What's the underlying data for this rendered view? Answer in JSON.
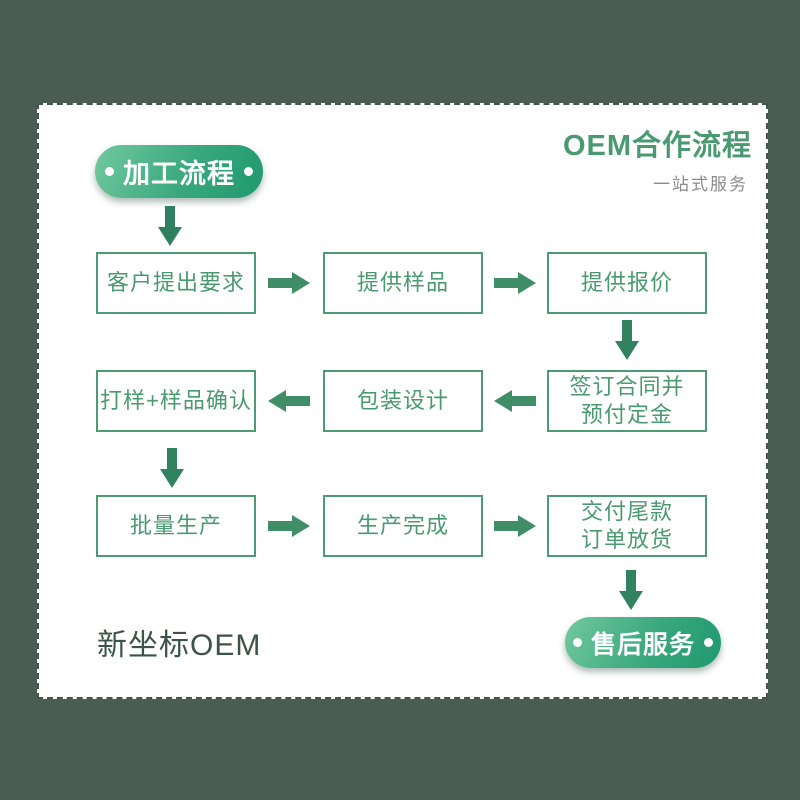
{
  "header": {
    "title": "OEM合作流程",
    "subtitle": "一站式服务"
  },
  "badges": {
    "top": "加工流程",
    "bottom": "售后服务"
  },
  "flow": {
    "row1": [
      "客户提出要求",
      "提供样品",
      "提供报价"
    ],
    "row2": [
      "打样+样品确认",
      "包装设计",
      "签订合同并\n预付定金"
    ],
    "row3": [
      "批量生产",
      "生产完成",
      "交付尾款\n订单放货"
    ]
  },
  "footer": {
    "brand": "新坐标OEM"
  },
  "icons": {
    "arrow_right": "right-arrow",
    "arrow_left": "left-arrow",
    "arrow_down": "down-arrow",
    "bullet": "dot"
  },
  "colors": {
    "page_background": "#4a5c53",
    "card_background": "#ffffff",
    "card_border": "#41564c",
    "box_green": "#4d9b73",
    "arrow_green": "#3f8e68",
    "arrow_dark_green": "#2e8060",
    "badge_gradient_start": "#72c89e",
    "badge_gradient_end": "#1f9870",
    "title_green": "#4a9a71",
    "subtitle_gray": "#8b8b8b",
    "brand_text": "#3c5348"
  }
}
